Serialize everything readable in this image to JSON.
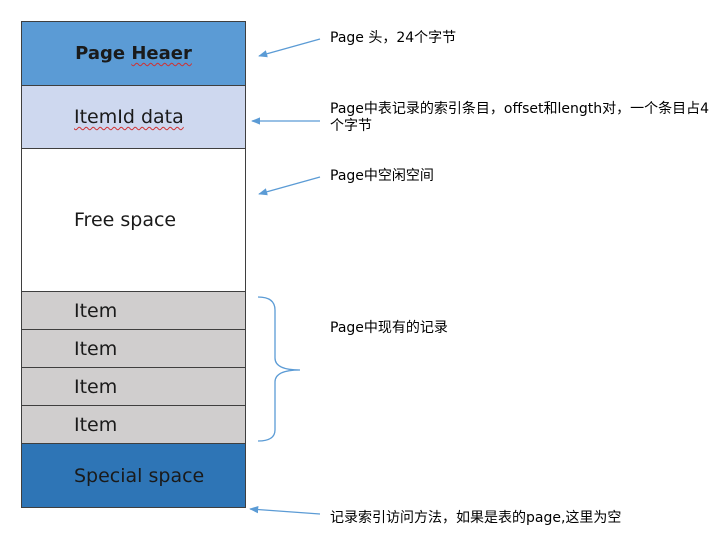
{
  "blocks": {
    "header": "Page Heaer",
    "itemid": "ItemId data",
    "free": "Free space",
    "items": [
      "Item",
      "Item",
      "Item",
      "Item"
    ],
    "special": "Special space"
  },
  "notes": {
    "header": "Page 头，24个字节",
    "itemid": "Page中表记录的索引条目，offset和length对，一个条目占4个字节",
    "free": "Page中空闲空间",
    "items": "Page中现有的记录",
    "special": "记录索引访问方法，如果是表的page,这里为空"
  },
  "colors": {
    "header": "#5b9bd5",
    "itemid": "#ced8ef",
    "item": "#d0cece",
    "special": "#2e75b6",
    "arrow": "#5b9bd5"
  }
}
